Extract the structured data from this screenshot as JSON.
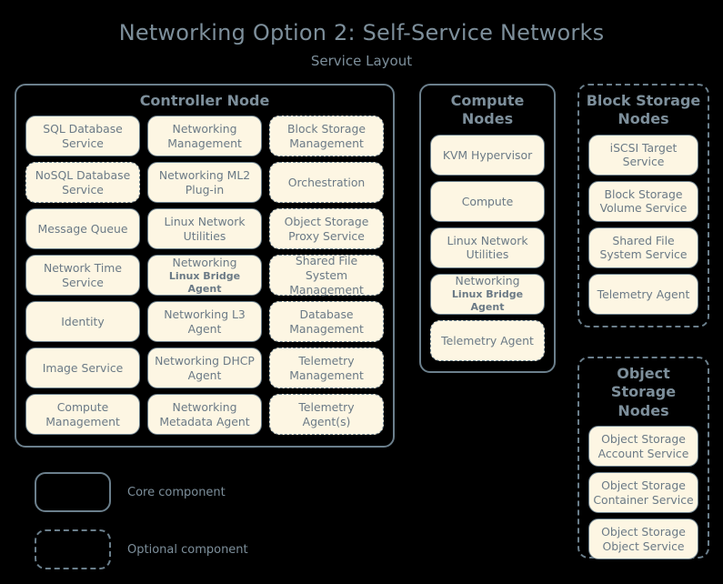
{
  "header": {
    "title": "Networking Option 2: Self-Service Networks",
    "subtitle": "Service Layout"
  },
  "colors": {
    "background": "#000000",
    "box_fill": "#fdf6e3",
    "border": "#6b7f8c",
    "text": "#7d8f9b"
  },
  "nodes": {
    "controller": {
      "title": "Controller Node",
      "style": "solid",
      "columns": [
        [
          {
            "label": "SQL Database Service",
            "style": "solid"
          },
          {
            "label": "NoSQL Database Service",
            "style": "dashed"
          },
          {
            "label": "Message Queue",
            "style": "solid"
          },
          {
            "label": "Network Time Service",
            "style": "solid"
          },
          {
            "label": "Identity",
            "style": "solid"
          },
          {
            "label": "Image Service",
            "style": "solid"
          },
          {
            "label": "Compute Management",
            "style": "solid"
          }
        ],
        [
          {
            "label": "Networking Management",
            "style": "solid"
          },
          {
            "label": "Networking ML2 Plug-in",
            "style": "solid"
          },
          {
            "label": "Linux Network Utilities",
            "style": "solid"
          },
          {
            "label": "Networking",
            "sublabel": "Linux Bridge Agent",
            "style": "solid"
          },
          {
            "label": "Networking L3 Agent",
            "style": "solid"
          },
          {
            "label": "Networking DHCP Agent",
            "style": "solid"
          },
          {
            "label": "Networking Metadata Agent",
            "style": "solid"
          }
        ],
        [
          {
            "label": "Block Storage Management",
            "style": "dashed"
          },
          {
            "label": "Orchestration",
            "style": "dashed"
          },
          {
            "label": "Object Storage Proxy Service",
            "style": "dashed"
          },
          {
            "label": "Shared File System Management",
            "style": "dashed"
          },
          {
            "label": "Database Management",
            "style": "dashed"
          },
          {
            "label": "Telemetry Management",
            "style": "dashed"
          },
          {
            "label": "Telemetry Agent(s)",
            "style": "dashed"
          }
        ]
      ]
    },
    "compute": {
      "title": "Compute Nodes",
      "style": "solid",
      "items": [
        {
          "label": "KVM Hypervisor",
          "style": "solid"
        },
        {
          "label": "Compute",
          "style": "solid"
        },
        {
          "label": "Linux Network Utilities",
          "style": "solid"
        },
        {
          "label": "Networking",
          "sublabel": "Linux Bridge Agent",
          "style": "solid"
        },
        {
          "label": "Telemetry Agent",
          "style": "dashed"
        }
      ]
    },
    "block_storage": {
      "title": "Block Storage Nodes",
      "style": "dashed",
      "items": [
        {
          "label": "iSCSI Target Service",
          "style": "solid"
        },
        {
          "label": "Block Storage Volume Service",
          "style": "solid"
        },
        {
          "label": "Shared File System Service",
          "style": "solid"
        },
        {
          "label": "Telemetry Agent",
          "style": "solid"
        }
      ]
    },
    "object_storage": {
      "title": "Object Storage Nodes",
      "style": "dashed",
      "items": [
        {
          "label": "Object Storage Account Service",
          "style": "solid"
        },
        {
          "label": "Object Storage Container Service",
          "style": "solid"
        },
        {
          "label": "Object Storage Object Service",
          "style": "solid"
        }
      ]
    }
  },
  "legend": {
    "core": "Core component",
    "optional": "Optional component"
  }
}
